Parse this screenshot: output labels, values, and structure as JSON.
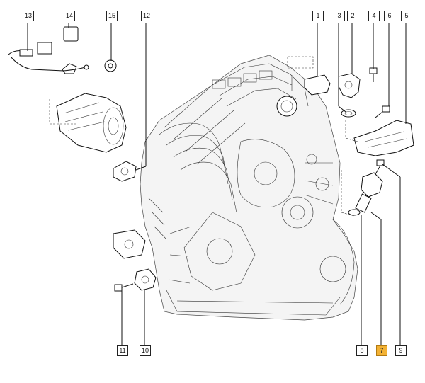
{
  "diagram": {
    "highlight_color": "#f3b234",
    "callouts": [
      {
        "id": "13",
        "label": "13"
      },
      {
        "id": "14",
        "label": "14"
      },
      {
        "id": "15",
        "label": "15"
      },
      {
        "id": "12",
        "label": "12"
      },
      {
        "id": "1",
        "label": "1"
      },
      {
        "id": "3",
        "label": "3"
      },
      {
        "id": "2",
        "label": "2"
      },
      {
        "id": "4",
        "label": "4"
      },
      {
        "id": "6",
        "label": "6"
      },
      {
        "id": "5",
        "label": "5"
      },
      {
        "id": "11",
        "label": "11"
      },
      {
        "id": "10",
        "label": "10"
      },
      {
        "id": "8",
        "label": "8"
      },
      {
        "id": "7",
        "label": "7",
        "highlighted": true
      },
      {
        "id": "9",
        "label": "9"
      }
    ]
  }
}
